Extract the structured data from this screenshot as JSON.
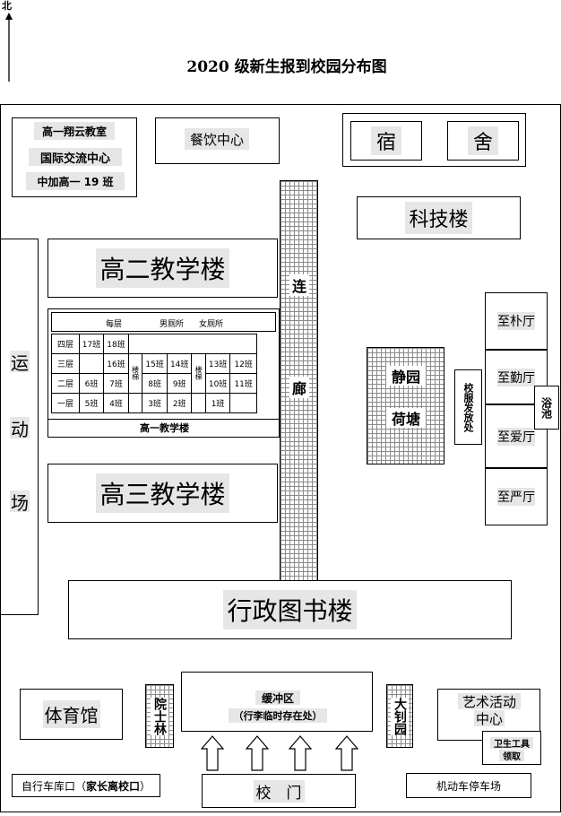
{
  "compass": {
    "label": "北"
  },
  "title": "2020 级新生报到校园分布图",
  "top_left_block": {
    "lines": [
      "高一翔云教室",
      "国际交流中心",
      "中加高一 19 班"
    ]
  },
  "dining": "餐饮中心",
  "dorm": {
    "left": "宿",
    "right": "舍"
  },
  "tech": "科技楼",
  "grade2": "高二教学楼",
  "grade3": "高三教学楼",
  "corridor": {
    "top": "连",
    "bottom": "廊"
  },
  "sports_field": [
    "运",
    "动",
    "场"
  ],
  "grade1": {
    "caption": "高一教学楼",
    "header": {
      "per_floor": "每层",
      "male": "男厕所",
      "female": "女厕所"
    },
    "stair": "楼梯",
    "rows": [
      {
        "floor": "四层",
        "a": "17班",
        "b": "18班",
        "c": "",
        "d": "",
        "e": "",
        "f": ""
      },
      {
        "floor": "三层",
        "a": "",
        "b": "16班",
        "c": "15班",
        "d": "14班",
        "e": "13班",
        "f": "12班"
      },
      {
        "floor": "二层",
        "a": "6班",
        "b": "7班",
        "c": "8班",
        "d": "9班",
        "e": "10班",
        "f": "11班"
      },
      {
        "floor": "一层",
        "a": "5班",
        "b": "4班",
        "c": "3班",
        "d": "2班",
        "e": "1班",
        "f": ""
      }
    ]
  },
  "jingyuan": {
    "line1": "静园",
    "line2": "荷塘"
  },
  "uniform": "校服发放处",
  "halls": [
    "至朴厅",
    "至勤厅",
    "至爱厅",
    "至严厅"
  ],
  "bath": "浴池",
  "admin": "行政图书楼",
  "gym": "体育馆",
  "yuanshilin": "院士林",
  "buffer": {
    "line1": "缓冲区",
    "line2": "（行李临时存在处）"
  },
  "dazhao": "大钊园",
  "art": {
    "line1": "艺术活动",
    "line2": "中心"
  },
  "tools": {
    "line1": "卫生工具",
    "line2": "领取"
  },
  "bike": {
    "prefix": "自行车库口（",
    "bold": "家长离校口",
    "suffix": "）"
  },
  "gate": "校　门",
  "parking": "机动车停车场"
}
